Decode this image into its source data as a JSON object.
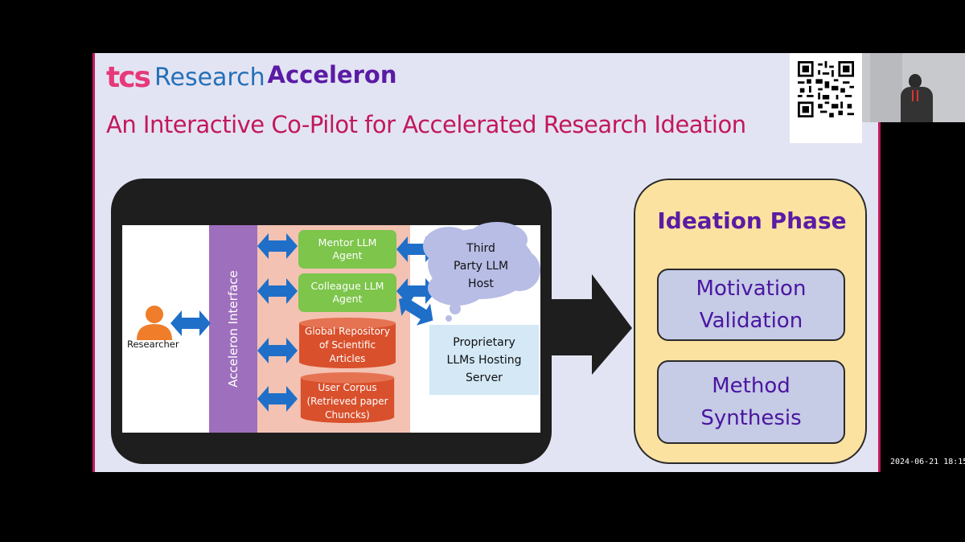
{
  "slide": {
    "logo_tcs": "tcs",
    "logo_research": "Research",
    "title": "An Interactive Co-Pilot for Accelerated Research Ideation"
  },
  "diagram": {
    "system_title": "Acceleron",
    "interface_label": "Acceleron Interface",
    "researcher_label": "Researcher",
    "mentor_agent": [
      "Mentor LLM",
      "Agent"
    ],
    "colleague_agent": [
      "Colleague LLM",
      "Agent"
    ],
    "global_repository": [
      "Global Repository",
      "of Scientific",
      "Articles"
    ],
    "user_corpus": [
      "User Corpus",
      "(Retrieved paper",
      "Chuncks)"
    ],
    "third_party_host": [
      "Third",
      "Party LLM",
      "Host"
    ],
    "proprietary_server": [
      "Proprietary",
      "LLMs Hosting",
      "Server"
    ]
  },
  "ideation": {
    "title": "Ideation Phase",
    "motivation": [
      "Motivation",
      "Validation"
    ],
    "method": [
      "Method",
      "Synthesis"
    ]
  },
  "overlay": {
    "timestamp": "2024-06-21 18:15:"
  },
  "colors": {
    "title_magenta": "#c2185b",
    "acceleron_purple": "#5a1ba5",
    "arrow_blue": "#1f6fc9",
    "agent_green": "#7dc54b",
    "database_red": "#d9502c",
    "ideation_yellow": "#fbe2a0"
  }
}
